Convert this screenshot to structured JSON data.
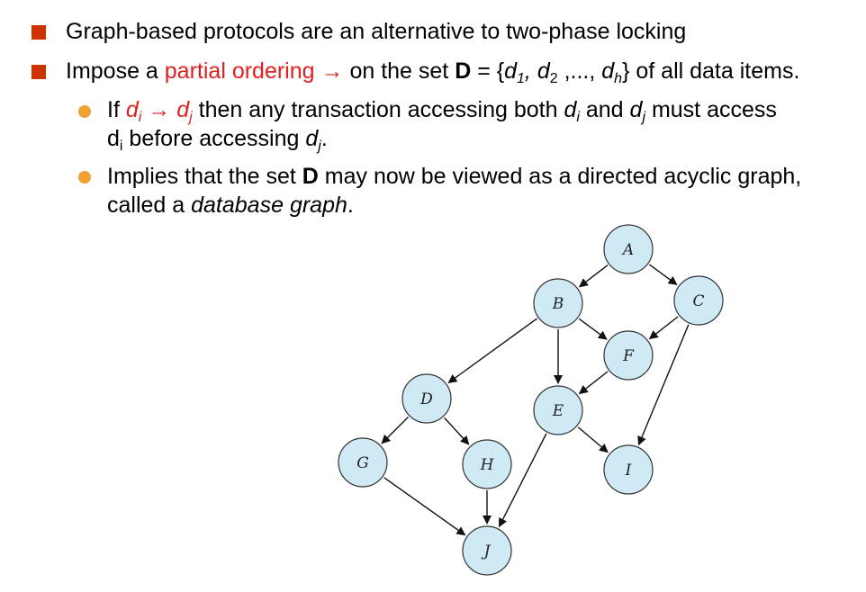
{
  "bullets": [
    {
      "text": "Graph-based protocols are an alternative to two-phase locking"
    },
    {
      "pre": "Impose a ",
      "highlight": "partial ordering",
      "arrow": "→",
      "mid": " on the set ",
      "set_name": "D",
      "eq": " = {",
      "d1": "d",
      "s1": "1",
      "comma1": ", ",
      "d2": "d",
      "s2": "2",
      "dots": " ,..., ",
      "dh": "d",
      "sh": "h",
      "tail": "} of all data items."
    }
  ],
  "sub_bullets": [
    {
      "pre": "If ",
      "di": "d",
      "si": "i",
      "arrow": " → ",
      "dj": "d",
      "sj": "j",
      "mid": "  then any transaction accessing both ",
      "di2": "d",
      "si2": "i",
      "and": " and ",
      "dj2": "d",
      "sj2": "j",
      "tail": " must access",
      "l2_d": "d",
      "l2_s": "i",
      "l2_mid": " before accessing ",
      "l2_dj": "d",
      "l2_sj": "j",
      "l2_end": "."
    },
    {
      "l1_pre": "Implies that the set ",
      "l1_bold": "D",
      "l1_tail": " may now be viewed as a directed acyclic graph,",
      "l2_pre": "called a ",
      "l2_italic": "database graph",
      "l2_end": "."
    }
  ],
  "graph": {
    "nodes": [
      "A",
      "B",
      "C",
      "F",
      "D",
      "E",
      "G",
      "H",
      "I",
      "J"
    ],
    "edges": [
      [
        "A",
        "B"
      ],
      [
        "A",
        "C"
      ],
      [
        "B",
        "F"
      ],
      [
        "B",
        "E"
      ],
      [
        "B",
        "D"
      ],
      [
        "C",
        "F"
      ],
      [
        "C",
        "I"
      ],
      [
        "F",
        "E"
      ],
      [
        "E",
        "I"
      ],
      [
        "E",
        "J"
      ],
      [
        "D",
        "G"
      ],
      [
        "D",
        "H"
      ],
      [
        "H",
        "J"
      ],
      [
        "G",
        "J"
      ]
    ],
    "node_fill": "#cfe9f5",
    "node_stroke": "#333333"
  },
  "colors": {
    "bullet_square": "#cc3300",
    "sub_bullet_dot": "#f0a030",
    "highlight_text": "#e02020"
  }
}
